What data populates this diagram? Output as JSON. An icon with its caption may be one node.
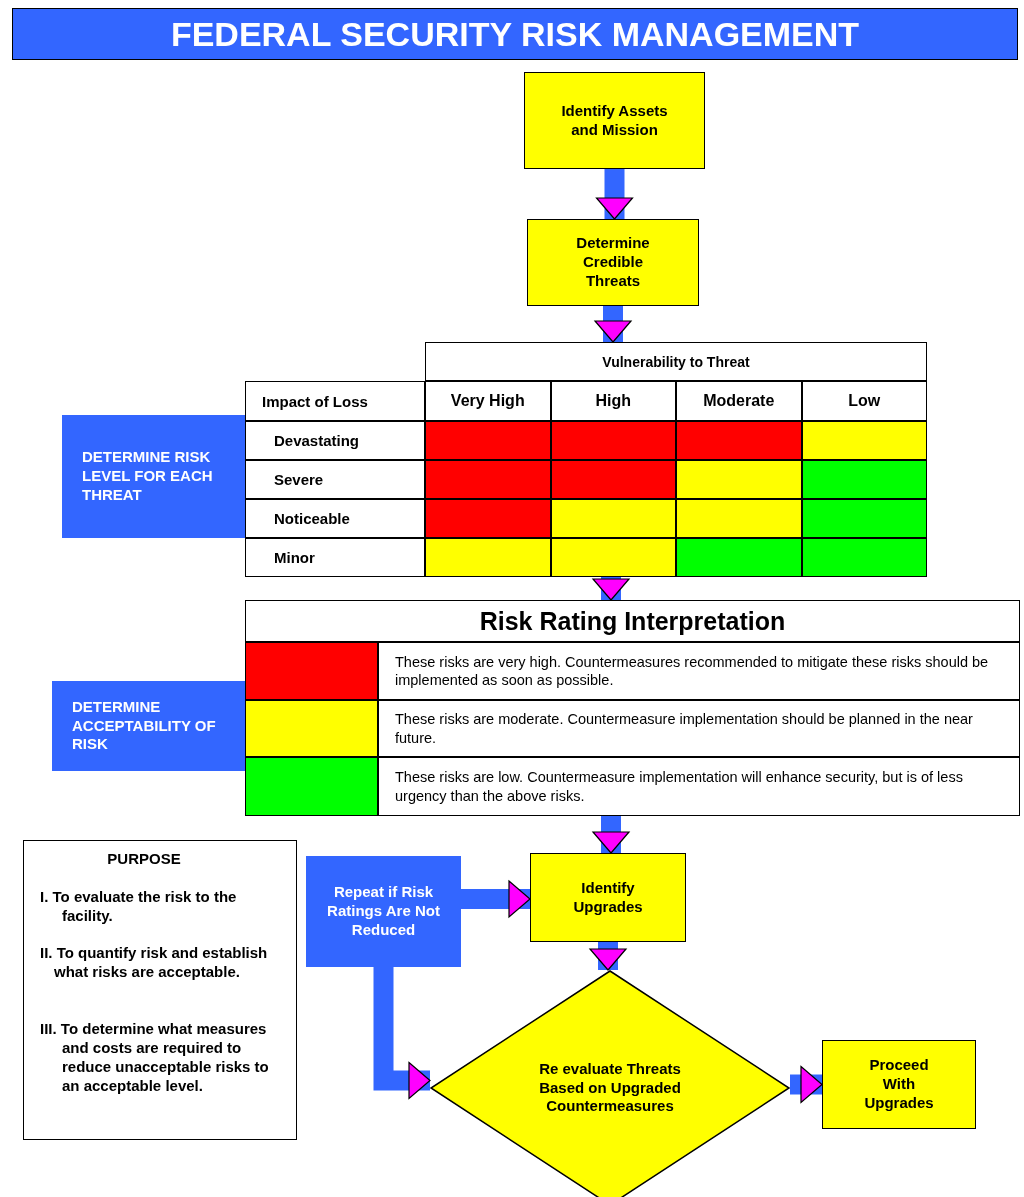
{
  "diagram": {
    "title": "FEDERAL SECURITY RISK MANAGEMENT",
    "nodes": [
      {
        "text": [
          "Identify Assets and Mission"
        ]
      },
      {
        "text": [
          "Determine Credible Threats"
        ]
      },
      {
        "text": [
          "Vulnerability to Threat",
          "Impact of Loss",
          "Very High",
          "High",
          "Moderate",
          "Low",
          "Devastating",
          "Severe",
          "Noticeable",
          "Minor"
        ]
      },
      {
        "text": [
          "DETERMINE RISK LEVEL FOR EACH THREAT"
        ]
      },
      {
        "text": [
          "Risk Rating Interpretation",
          "These risks are very high. Countermeasures recommended to mitigate these risks should be implemented as soon as possible.",
          "These risks are moderate. Countermeasure  implementation should be planned in the near future.",
          "These risks are low. Countermeasure implementation will enhance security, but is of less urgency than the above risks."
        ]
      },
      {
        "text": [
          "DETERMINE ACCEPTABILITY OF RISK"
        ]
      },
      {
        "text": [
          "PURPOSE",
          "I.  To evaluate the risk to the facility.",
          "II. To quantify risk and establish what risks are acceptable.",
          "III. To determine what measures and costs are required to reduce unacceptable risks to an acceptable level."
        ]
      },
      {
        "text": [
          "Repeat if Risk Ratings Are Not Reduced"
        ]
      },
      {
        "text": [
          "Identify Upgrades"
        ]
      },
      {
        "text": [
          "Re evaluate Threats Based on Upgraded Countermeasures"
        ]
      },
      {
        "text": [
          "Proceed With Upgrades"
        ]
      }
    ],
    "edges": [
      {
        "from": 0,
        "to": 1,
        "arrow": "to"
      },
      {
        "from": 1,
        "to": 2,
        "arrow": "to"
      },
      {
        "from": 2,
        "to": 4,
        "arrow": "to"
      },
      {
        "from": 4,
        "to": 8,
        "arrow": "to"
      },
      {
        "from": 8,
        "to": 9,
        "arrow": "to"
      },
      {
        "from": 7,
        "to": 9,
        "arrow": "to"
      },
      {
        "from": 7,
        "to": 8,
        "arrow": "to"
      },
      {
        "from": 9,
        "to": 10,
        "arrow": "to"
      }
    ]
  }
}
